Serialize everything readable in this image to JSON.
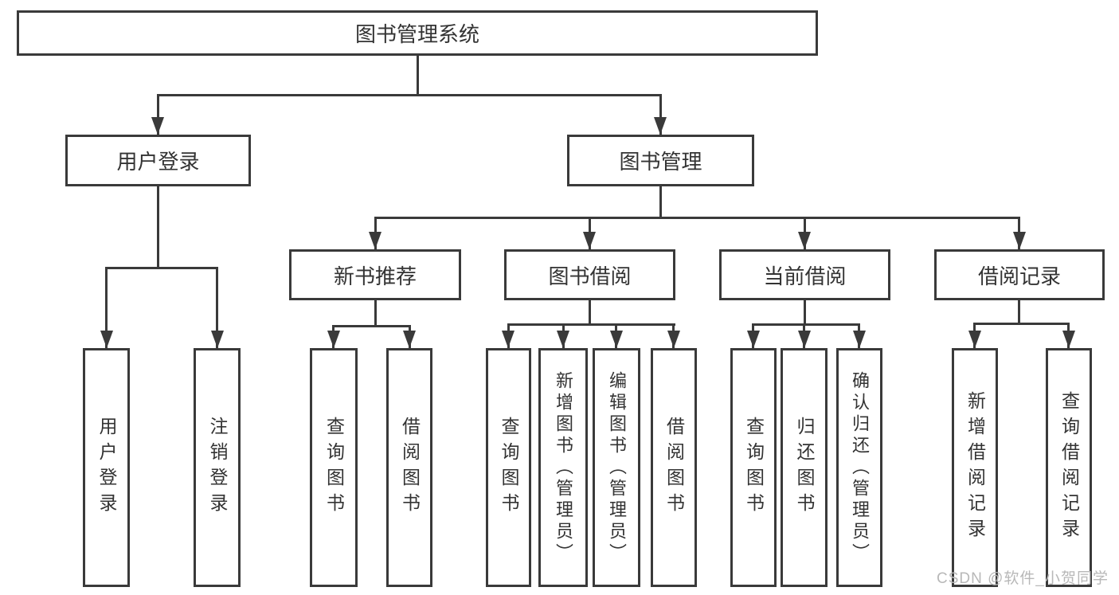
{
  "colors": {
    "line": "#3a3a3a",
    "text": "#333333",
    "watermark": "#b8b8b8",
    "bg": "#ffffff"
  },
  "diagram_type": "hierarchy-tree",
  "tree": {
    "label": "图书管理系统",
    "children": [
      {
        "label": "用户登录",
        "children": [
          {
            "label": "用户登录"
          },
          {
            "label": "注销登录"
          }
        ]
      },
      {
        "label": "图书管理",
        "children": [
          {
            "label": "新书推荐",
            "children": [
              {
                "label": "查询图书"
              },
              {
                "label": "借阅图书"
              }
            ]
          },
          {
            "label": "图书借阅",
            "children": [
              {
                "label": "查询图书"
              },
              {
                "label": "新增图书（管理员）"
              },
              {
                "label": "编辑图书（管理员）"
              },
              {
                "label": "借阅图书"
              }
            ]
          },
          {
            "label": "当前借阅",
            "children": [
              {
                "label": "查询图书"
              },
              {
                "label": "归还图书"
              },
              {
                "label": "确认归还（管理员）"
              }
            ]
          },
          {
            "label": "借阅记录",
            "children": [
              {
                "label": "新增借阅记录"
              },
              {
                "label": "查询借阅记录"
              }
            ]
          }
        ]
      }
    ]
  },
  "watermark": "CSDN @软件_小贺同学"
}
